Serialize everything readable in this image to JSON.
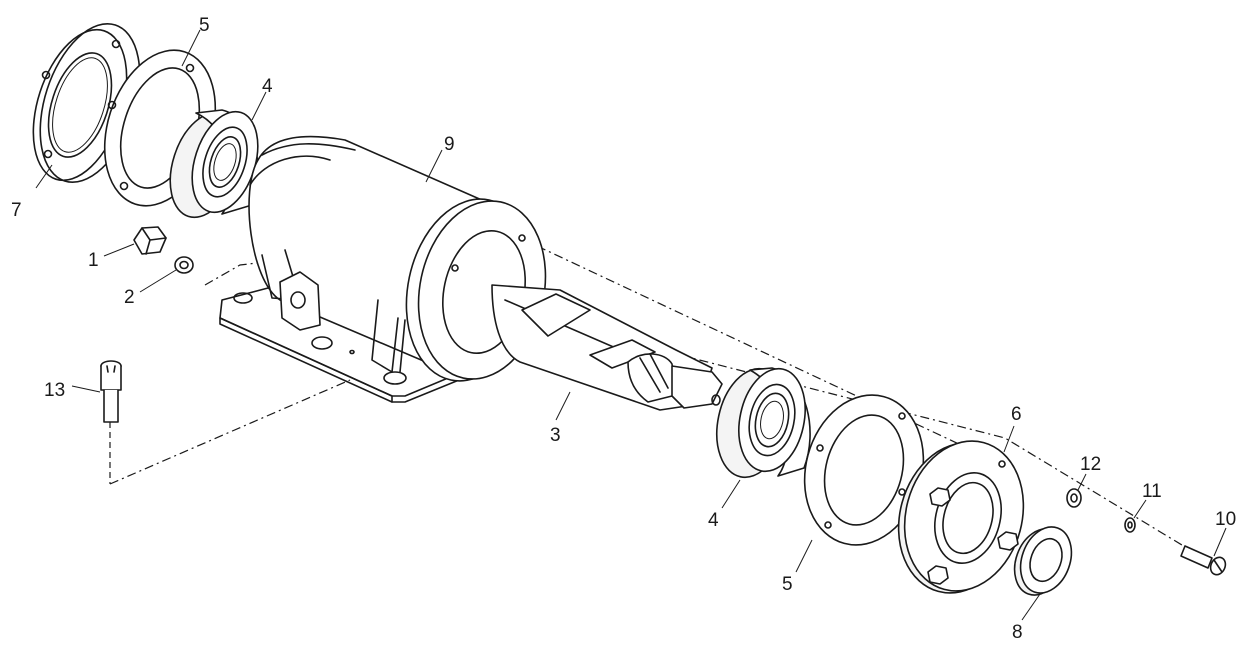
{
  "callouts": {
    "c1": "1",
    "c2": "2",
    "c3": "3",
    "c4a": "4",
    "c4b": "4",
    "c5a": "5",
    "c5b": "5",
    "c6": "6",
    "c7": "7",
    "c8": "8",
    "c9": "9",
    "c10": "10",
    "c11": "11",
    "c12": "12",
    "c13": "13"
  }
}
